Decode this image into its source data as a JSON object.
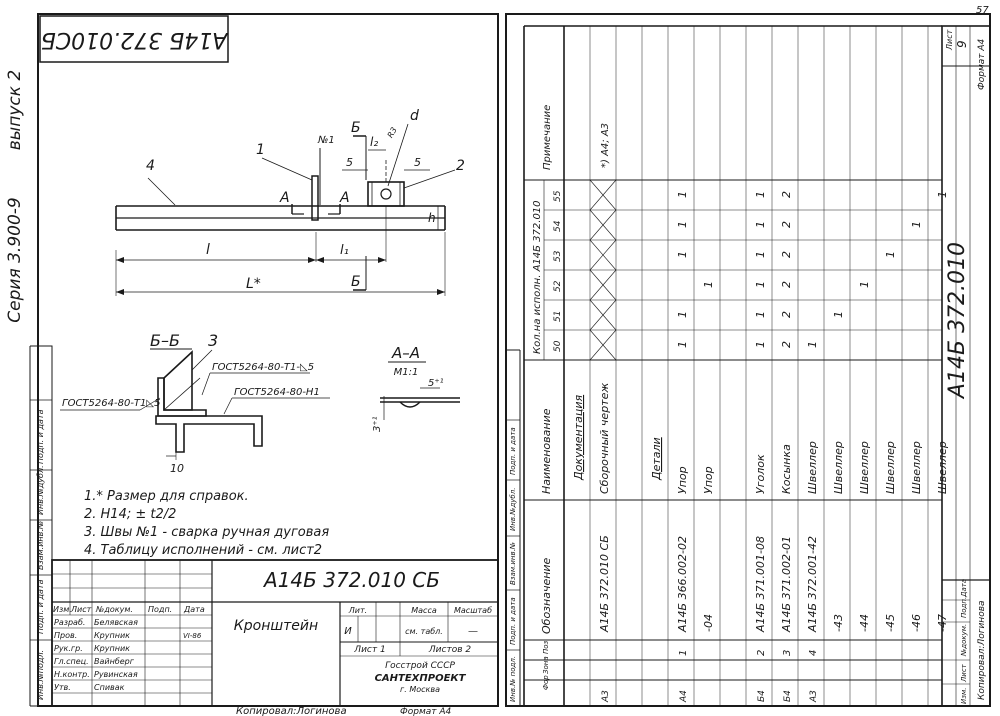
{
  "left_sheet": {
    "rotated_code": "А14Б 372.010СБ",
    "series": "Серия 3.900-9",
    "issue": "выпуск 2",
    "callouts": {
      "p1": "1",
      "p2": "2",
      "p4": "4",
      "p3": "3",
      "no1": "№1",
      "d": "d",
      "r": "R3"
    },
    "dims": {
      "b_top": "Б",
      "b_bot": "Б",
      "a_left": "А",
      "a_right": "А",
      "l2": "l₂",
      "five_a": "5",
      "five_b": "5",
      "h": "h",
      "l": "l",
      "l1": "l₁",
      "L": "L*"
    },
    "section_bb": "Б–Б",
    "section_aa": "А–А",
    "aa_scale": "М1:1",
    "weld_1": "ГОСТ5264-80-Т1-◺5",
    "weld_2": "ГОСТ5264-80-Н1",
    "weld_3": "ГОСТ5264-80-Т1◺5",
    "dim_10": "10",
    "dim_5": "5⁺¹",
    "dim_3": "3⁺¹",
    "notes": [
      "1.* Размер для справок.",
      "2. Н14; ± t2/2",
      "3. Швы №1 - сварка ручная дуговая",
      "4. Таблицу исполнений - см. лист2"
    ],
    "side_labels": [
      "Инв.№подл.",
      "Подп. и дата",
      "Взам.инв.№",
      "Инв.№дубл.",
      "Подп. и дата",
      "Инв.№ подл.",
      "Подп. и дата"
    ],
    "title_block": {
      "code": "А14Б 372.010 СБ",
      "name": "Кронштейн",
      "head": [
        "Изм.",
        "Лист",
        "№докум.",
        "Подп.",
        "Дата"
      ],
      "roles": [
        {
          "role": "Разраб.",
          "name": "Белявская"
        },
        {
          "role": "Пров.",
          "name": "Крупник"
        },
        {
          "role": "Рук.гр.",
          "name": "Крупник"
        },
        {
          "role": "Гл.спец.",
          "name": "Вайнберг"
        },
        {
          "role": "Н.контр.",
          "name": "Рувинская"
        },
        {
          "role": "Утв.",
          "name": "Спивак"
        }
      ],
      "date": "VI-86",
      "lit_h": "Лит.",
      "mass_h": "Масса",
      "scale_h": "Масштаб",
      "lit": "И",
      "mass": "см. табл.",
      "scale": "—",
      "sheet": "Лист 1",
      "sheets": "Листов 2",
      "org1": "Госстрой СССР",
      "org2": "САНТЕХПРОЕКТ",
      "org3": "г. Москва"
    },
    "copied": "Копировал:Логинова",
    "format": "Формат А4"
  },
  "right_sheet": {
    "sheet_no": "57",
    "header": {
      "designation": "Обозначение",
      "name": "Наименование",
      "qty": "Кол.на исполн. А14Б 372.010",
      "note": "Примечание",
      "cols": [
        "50",
        "51",
        "52",
        "53",
        "54",
        "55"
      ]
    },
    "zone_labels": [
      "Фор",
      "Зона",
      "Поз"
    ],
    "rows": [
      {
        "fmt": "",
        "zone": "",
        "pos": "",
        "des": "",
        "name": "Документация",
        "q": [
          "",
          "",
          "",
          "",
          "",
          ""
        ],
        "note": "",
        "kind": "head"
      },
      {
        "fmt": "А3",
        "zone": "",
        "pos": "",
        "des": "А14Б 372.010 СБ",
        "name": "Сборочный чертеж",
        "q": [
          "",
          "",
          "",
          "",
          "",
          ""
        ],
        "note": "*) А4; А3",
        "kind": "x"
      },
      {
        "fmt": "",
        "zone": "",
        "pos": "",
        "des": "",
        "name": "",
        "q": [
          "",
          "",
          "",
          "",
          "",
          ""
        ],
        "note": "",
        "kind": ""
      },
      {
        "fmt": "",
        "zone": "",
        "pos": "",
        "des": "",
        "name": "Детали",
        "q": [
          "",
          "",
          "",
          "",
          "",
          ""
        ],
        "note": "",
        "kind": "head"
      },
      {
        "fmt": "А4",
        "zone": "",
        "pos": "1",
        "des": "А14Б 366.002-02",
        "name": "Упор",
        "q": [
          "1",
          "1",
          "",
          "1",
          "1",
          "1"
        ],
        "note": "",
        "kind": ""
      },
      {
        "fmt": "",
        "zone": "",
        "pos": "",
        "des": "-04",
        "name": "Упор",
        "q": [
          "",
          "",
          "1",
          "",
          "",
          ""
        ],
        "note": "",
        "kind": ""
      },
      {
        "fmt": "",
        "zone": "",
        "pos": "",
        "des": "",
        "name": "",
        "q": [
          "",
          "",
          "",
          "",
          "",
          ""
        ],
        "note": "",
        "kind": ""
      },
      {
        "fmt": "Б4",
        "zone": "",
        "pos": "2",
        "des": "А14Б 371.001-08",
        "name": "Уголок",
        "q": [
          "1",
          "1",
          "1",
          "1",
          "1",
          "1"
        ],
        "note": "",
        "kind": ""
      },
      {
        "fmt": "Б4",
        "zone": "",
        "pos": "3",
        "des": "А14Б 371.002-01",
        "name": "Косынка",
        "q": [
          "2",
          "2",
          "2",
          "2",
          "2",
          "2"
        ],
        "note": "",
        "kind": ""
      },
      {
        "fmt": "А3",
        "zone": "",
        "pos": "4",
        "des": "А14Б 372.001-42",
        "name": "Швеллер",
        "q": [
          "1",
          "",
          "",
          "",
          "",
          ""
        ],
        "note": "",
        "kind": ""
      },
      {
        "fmt": "",
        "zone": "",
        "pos": "",
        "des": "-43",
        "name": "Швеллер",
        "q": [
          "",
          "1",
          "",
          "",
          "",
          ""
        ],
        "note": "",
        "kind": ""
      },
      {
        "fmt": "",
        "zone": "",
        "pos": "",
        "des": "-44",
        "name": "Швеллер",
        "q": [
          "",
          "",
          "1",
          "",
          "",
          ""
        ],
        "note": "",
        "kind": ""
      },
      {
        "fmt": "",
        "zone": "",
        "pos": "",
        "des": "-45",
        "name": "Швеллер",
        "q": [
          "",
          "",
          "",
          "1",
          "",
          ""
        ],
        "note": "",
        "kind": ""
      },
      {
        "fmt": "",
        "zone": "",
        "pos": "",
        "des": "-46",
        "name": "Швеллер",
        "q": [
          "",
          "",
          "",
          "",
          "1",
          ""
        ],
        "note": "",
        "kind": ""
      },
      {
        "fmt": "",
        "zone": "",
        "pos": "",
        "des": "-47",
        "name": "Швеллер",
        "q": [
          "",
          "",
          "",
          "",
          "",
          "1"
        ],
        "note": "",
        "kind": ""
      }
    ],
    "stamp_head": [
      "Изм.",
      "Лист",
      "№докум.",
      "Подп.",
      "Дата"
    ],
    "code": "А14Б 372.010",
    "sheet_h": "Лист",
    "sheet_v": "9",
    "copied": "Копировал:Логинова",
    "format": "Формат А4"
  }
}
